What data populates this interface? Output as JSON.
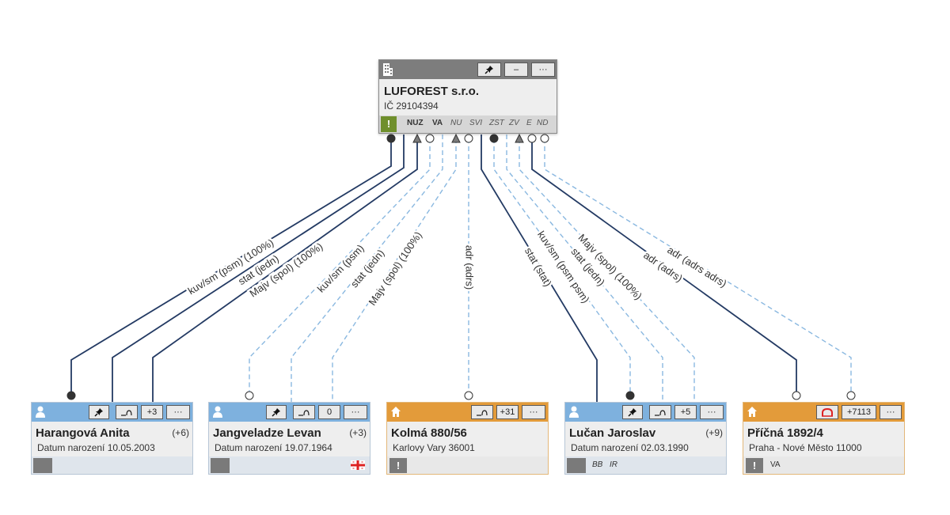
{
  "company": {
    "name": "LUFOREST s.r.o.",
    "ico": "IČ 29104394",
    "pin_icon": "pin-icon",
    "minus_label": "–",
    "more_label": "···",
    "warn_label": "!",
    "rels": [
      "NUZ",
      "VA",
      "NU",
      "SVI",
      "ZST",
      "ZV",
      "E",
      "ND"
    ]
  },
  "nodes": [
    {
      "name": "Harangová Anita",
      "count": "(+6)",
      "sub": "Datum narození 10.05.2003",
      "badge": "+3",
      "more": "···"
    },
    {
      "name": "Jangveladze Levan",
      "count": "(+3)",
      "sub": "Datum narození 19.07.1964",
      "badge": "0",
      "more": "···",
      "flag": "georgia-flag-icon"
    },
    {
      "name": "Kolmá 880/56",
      "sub": "Karlovy Vary 36001",
      "badge": "+31",
      "more": "···",
      "warn": "!"
    },
    {
      "name": "Lučan Jaroslav",
      "count": "(+9)",
      "sub": "Datum narození 02.03.1990",
      "badge": "+5",
      "more": "···",
      "tags": [
        "BB",
        "IR"
      ]
    },
    {
      "name": "Příčná 1892/4",
      "sub": "Praha - Nové Město 11000",
      "badge": "+7113",
      "more": "···",
      "warn": "!",
      "tag": "VA"
    }
  ],
  "edges": [
    "kuv/sm (psm) (100%)",
    "stat (jedn)",
    "Majv (spol) (100%)",
    "kuv/sm (psm)",
    "stat (jedn)",
    "Majv (spol) (100%)",
    "adr (adrs)",
    "stat (stat)",
    "kuv/sm (psm psm)",
    "stat (jedn)",
    "Majv (spol) (100%)",
    "adr (adrs)",
    "adr (adrs adrs)"
  ],
  "colors": {
    "solid": "#233a63",
    "dashed": "#8ab8e0",
    "person": "#7eb1de",
    "address": "#e39b3a",
    "warn_green": "#6f8f2c",
    "warn_grey": "#7a7a7a"
  }
}
